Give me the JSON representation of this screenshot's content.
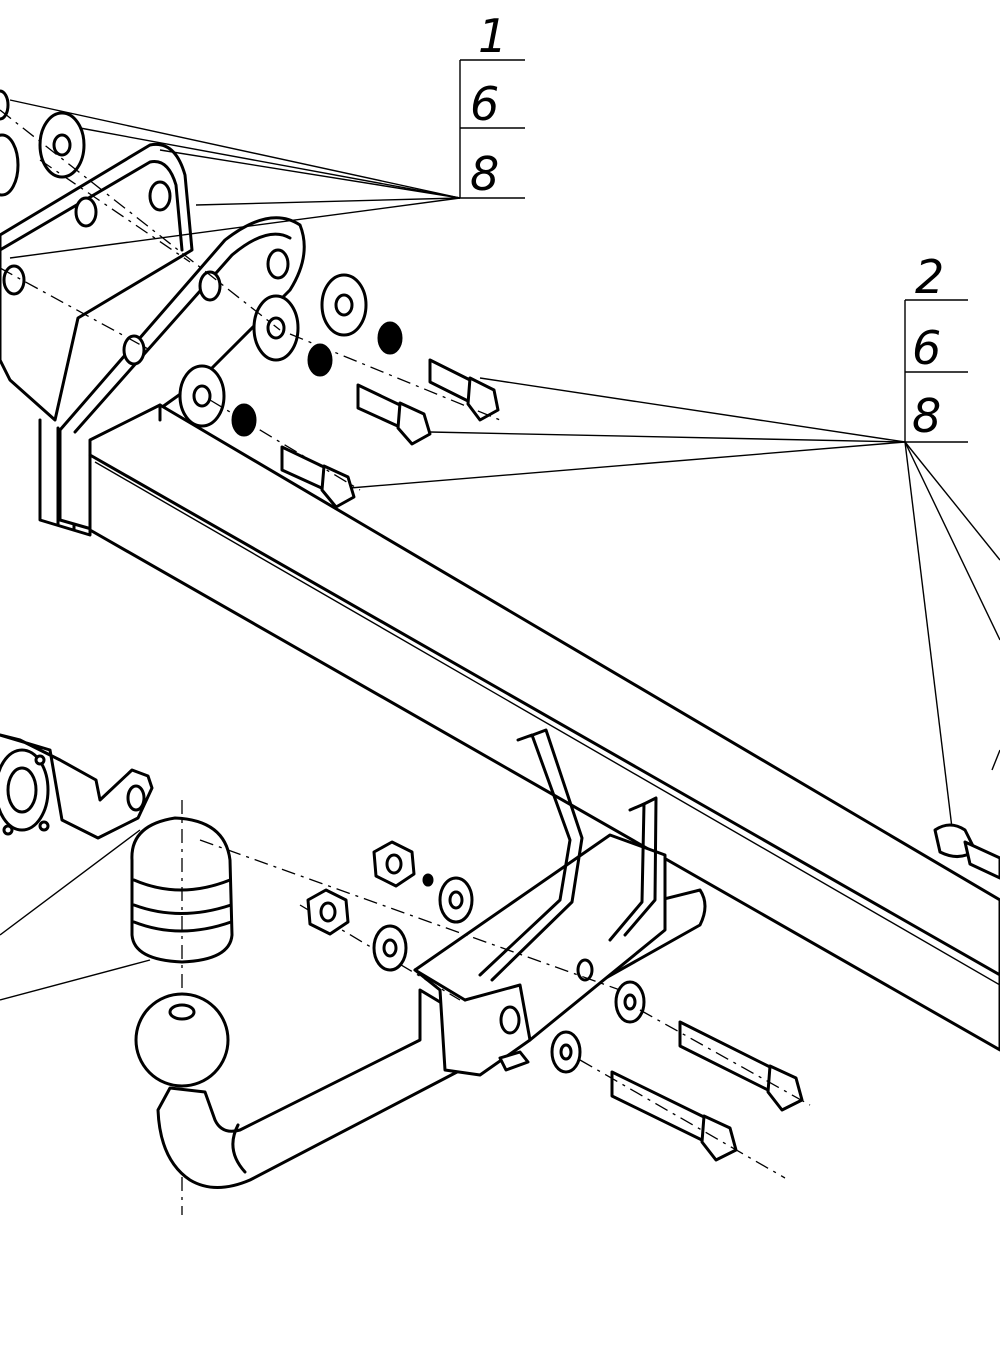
{
  "callouts": [
    {
      "id": "group-1",
      "numbers": [
        "1",
        "6",
        "8"
      ]
    },
    {
      "id": "group-2",
      "numbers": [
        "2",
        "6",
        "8"
      ]
    }
  ],
  "colors": {
    "ink": "#000000",
    "paper": "#ffffff"
  }
}
